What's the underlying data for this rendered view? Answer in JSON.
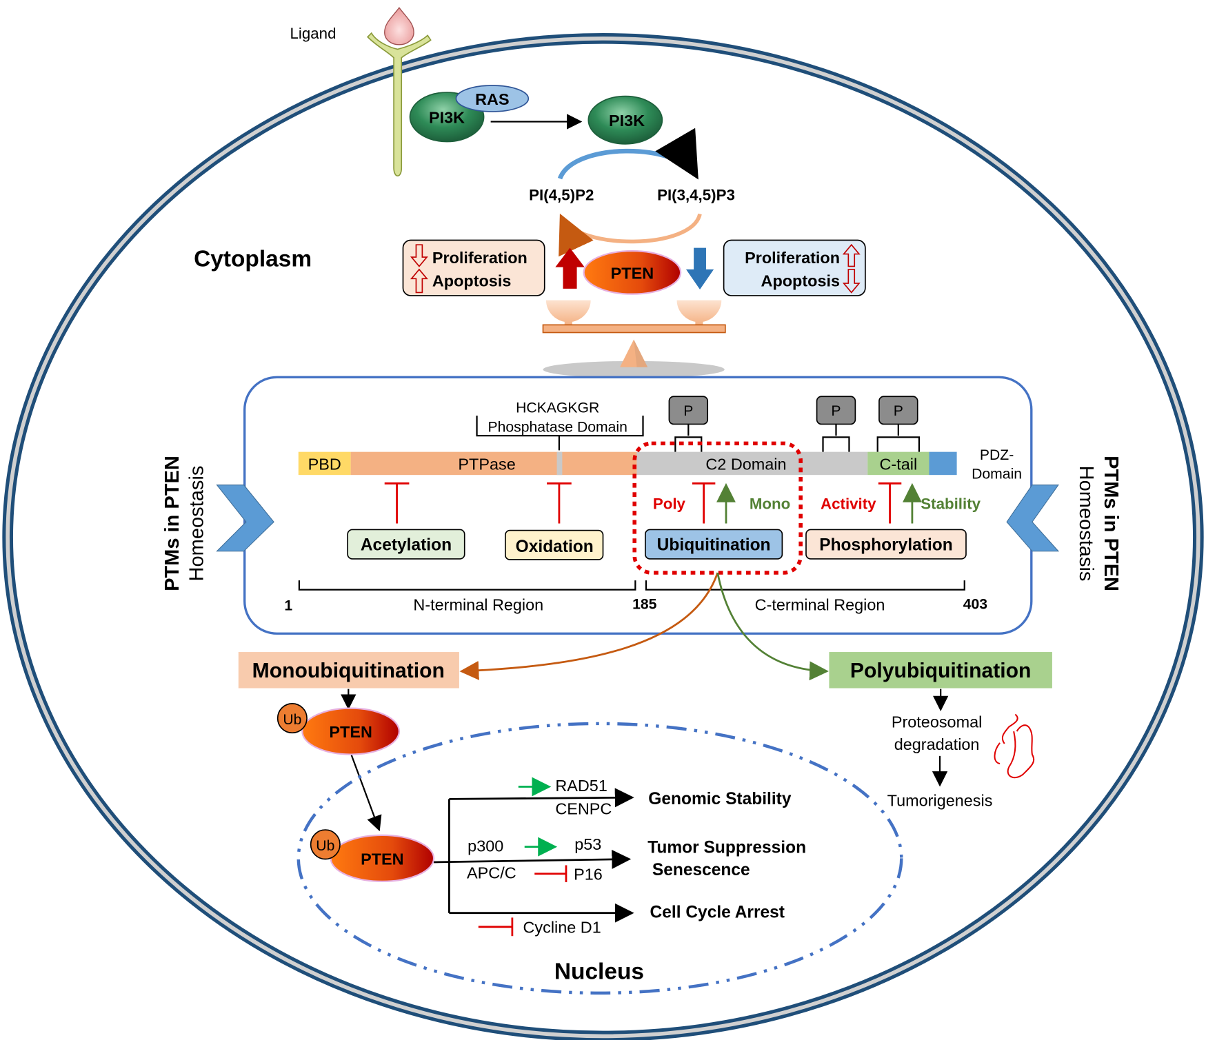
{
  "colors": {
    "membrane_outer": "#1f4e79",
    "membrane_inner": "#d0d0d0",
    "pten_grad_start": "#ff6a00",
    "pten_grad_end": "#c00000",
    "pi3k": "#2e8b57",
    "ras": "#9dc3e6",
    "inhibit_red": "#e00000",
    "activate_green": "#538135",
    "bright_green": "#00b050",
    "nucleus_border": "#4472c4",
    "panel_border": "#4472c4",
    "mono_box": "#f8cbad",
    "poly_box": "#a9d18e"
  },
  "membrane": {
    "ligand_label": "Ligand",
    "ras_label": "RAS",
    "pi3k_bound_label": "PI3K",
    "pi3k_free_label": "PI3K",
    "pip2_label": "PI(4,5)P2",
    "pip3_label": "PI(3,4,5)P3",
    "cytoplasm_label": "Cytoplasm"
  },
  "balance": {
    "center_label": "PTEN",
    "left_box": {
      "line1": "Proliferation",
      "line2": "Apoptosis",
      "line1_trend": "down",
      "line2_trend": "up"
    },
    "right_box": {
      "line1": "Proliferation",
      "line2": "Apoptosis",
      "line1_trend": "up",
      "line2_trend": "down"
    }
  },
  "side_labels": {
    "left": {
      "line1": "PTMs in PTEN",
      "line2": "Homeostasis"
    },
    "right": {
      "line1": "PTMs in PTEN",
      "line2": "Homeostasis"
    }
  },
  "domain_map": {
    "motif_label": "HCKAGKGR",
    "phosphatase_label": "Phosphatase Domain",
    "segments": [
      {
        "name": "PBD",
        "color": "#ffd966"
      },
      {
        "name": "PTPase",
        "color": "#f4b183"
      },
      {
        "name": "C2 Domain",
        "color": "#c9c9c9"
      },
      {
        "name": "C-tail",
        "color": "#a9d18e"
      },
      {
        "name": "",
        "color": "#5b9bd5"
      }
    ],
    "pdz_line1": "PDZ-",
    "pdz_line2": "Domain",
    "phospho_badge": "P",
    "poly_label": "Poly",
    "mono_label": "Mono",
    "activity_label": "Activity",
    "stability_label": "Stability",
    "ptms": [
      {
        "name": "Acetylation",
        "color": "#e2efda"
      },
      {
        "name": "Oxidation",
        "color": "#fff2cc"
      },
      {
        "name": "Ubiquitination",
        "color": "#9dc3e6"
      },
      {
        "name": "Phosphorylation",
        "color": "#fbe5d6"
      }
    ],
    "residue_start": "1",
    "residue_mid": "185",
    "residue_end": "403",
    "n_region": "N-terminal Region",
    "c_region": "C-terminal Region"
  },
  "ubiquitination": {
    "mono_label": "Monoubiquitination",
    "poly_label": "Polyubiquitination",
    "ub_tag": "Ub",
    "pten_label": "PTEN",
    "proteosomal_line1": "Proteosomal",
    "proteosomal_line2": "degradation",
    "tumorigenesis": "Tumorigenesis"
  },
  "nucleus": {
    "label": "Nucleus",
    "rad51": "RAD51",
    "cenpc": "CENPC",
    "p300": "p300",
    "p53": "p53",
    "apcc": "APC/C",
    "p16": "P16",
    "cyclin": "Cycline D1",
    "outcome_genomic": "Genomic Stability",
    "outcome_tumor": "Tumor Suppression",
    "outcome_senescence": "Senescence",
    "outcome_cellcycle": "Cell Cycle Arrest"
  }
}
